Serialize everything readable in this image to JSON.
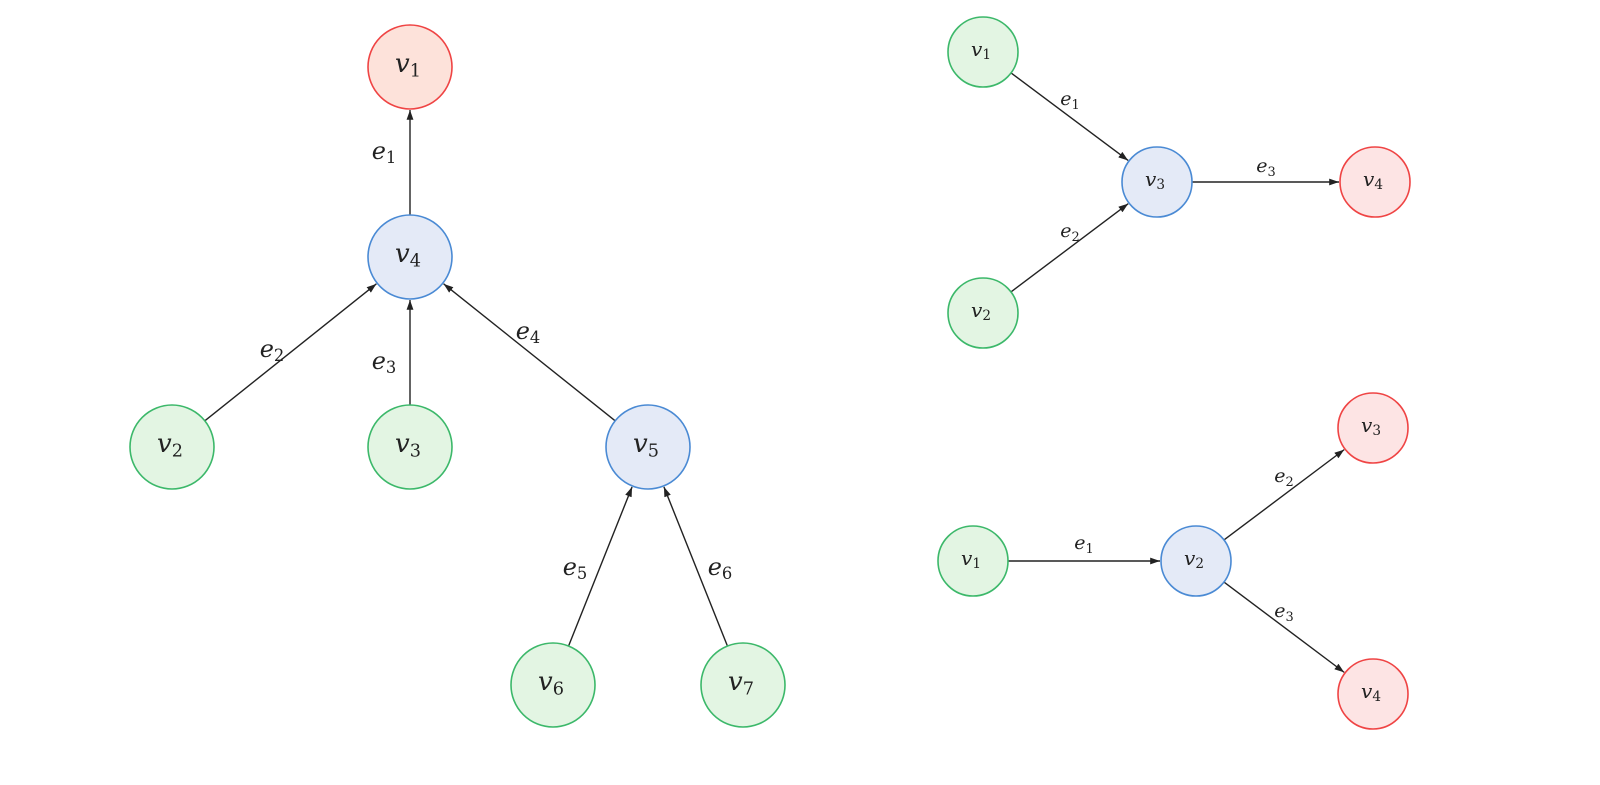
{
  "colors": {
    "root_stroke": "#ef4444",
    "root_fill_left": "#fde2da",
    "root_fill_right": "#fde4e4",
    "inner_stroke": "#4a8ad4",
    "inner_fill": "#e4eaf7",
    "leaf_stroke": "#3cb86a",
    "leaf_fill": "#e3f5e3",
    "edge": "#222222"
  },
  "graphs": [
    {
      "id": "left-tree",
      "nodes": [
        {
          "id": "v1",
          "base": "v",
          "sub": "1",
          "role": "root"
        },
        {
          "id": "v4",
          "base": "v",
          "sub": "4",
          "role": "inner"
        },
        {
          "id": "v2",
          "base": "v",
          "sub": "2",
          "role": "leaf"
        },
        {
          "id": "v3",
          "base": "v",
          "sub": "3",
          "role": "leaf"
        },
        {
          "id": "v5",
          "base": "v",
          "sub": "5",
          "role": "inner"
        },
        {
          "id": "v6",
          "base": "v",
          "sub": "6",
          "role": "leaf"
        },
        {
          "id": "v7",
          "base": "v",
          "sub": "7",
          "role": "leaf"
        }
      ],
      "edges": [
        {
          "from": "v4",
          "to": "v1",
          "base": "e",
          "sub": "1"
        },
        {
          "from": "v2",
          "to": "v4",
          "base": "e",
          "sub": "2"
        },
        {
          "from": "v3",
          "to": "v4",
          "base": "e",
          "sub": "3"
        },
        {
          "from": "v5",
          "to": "v4",
          "base": "e",
          "sub": "4"
        },
        {
          "from": "v6",
          "to": "v5",
          "base": "e",
          "sub": "5"
        },
        {
          "from": "v7",
          "to": "v5",
          "base": "e",
          "sub": "6"
        }
      ]
    },
    {
      "id": "top-right-graph",
      "nodes": [
        {
          "id": "v1",
          "base": "v",
          "sub": "1",
          "role": "leaf"
        },
        {
          "id": "v2",
          "base": "v",
          "sub": "2",
          "role": "leaf"
        },
        {
          "id": "v3",
          "base": "v",
          "sub": "3",
          "role": "inner"
        },
        {
          "id": "v4",
          "base": "v",
          "sub": "4",
          "role": "root"
        }
      ],
      "edges": [
        {
          "from": "v1",
          "to": "v3",
          "base": "e",
          "sub": "1"
        },
        {
          "from": "v2",
          "to": "v3",
          "base": "e",
          "sub": "2"
        },
        {
          "from": "v3",
          "to": "v4",
          "base": "e",
          "sub": "3"
        }
      ]
    },
    {
      "id": "bottom-right-graph",
      "nodes": [
        {
          "id": "v1",
          "base": "v",
          "sub": "1",
          "role": "leaf"
        },
        {
          "id": "v2",
          "base": "v",
          "sub": "2",
          "role": "inner"
        },
        {
          "id": "v3",
          "base": "v",
          "sub": "3",
          "role": "root"
        },
        {
          "id": "v4",
          "base": "v",
          "sub": "4",
          "role": "root"
        }
      ],
      "edges": [
        {
          "from": "v1",
          "to": "v2",
          "base": "e",
          "sub": "1"
        },
        {
          "from": "v2",
          "to": "v3",
          "base": "e",
          "sub": "2"
        },
        {
          "from": "v2",
          "to": "v4",
          "base": "e",
          "sub": "3"
        }
      ]
    }
  ]
}
